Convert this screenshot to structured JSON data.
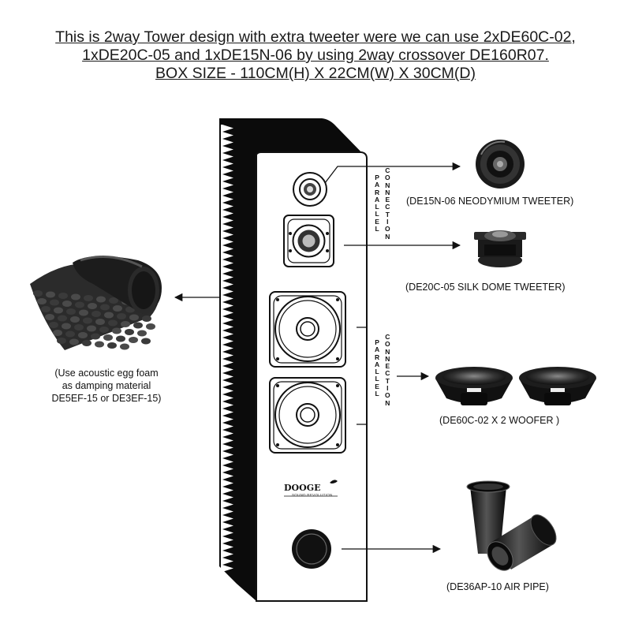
{
  "title": {
    "line1": "This is 2way Tower design with extra tweeter were we can use 2xDE60C-02,",
    "line2": "1xDE20C-05 and 1xDE15N-06 by using 2way crossover DE160R07.",
    "line3": "BOX SIZE - 110CM(H) X 22CM(W) X 30CM(D)"
  },
  "labels": {
    "neodymium_tweeter": "(DE15N-06 NEODYMIUM TWEETER)",
    "silk_dome_tweeter": "(DE20C-05 SILK DOME TWEETER)",
    "woofer": "(DE60C-02 X 2 WOOFER )",
    "air_pipe": "(DE36AP-10 AIR PIPE)"
  },
  "foam_note": {
    "line1": "(Use acoustic egg foam",
    "line2": "as damping material",
    "line3": "DE5EF-15 or DE3EF-15)"
  },
  "connections": {
    "parallel_word": "PARALLEL",
    "connection_word": "CONNECTION"
  },
  "brand": {
    "logo": "DOOGE",
    "tagline": "SOUND REVOLUTION"
  }
}
